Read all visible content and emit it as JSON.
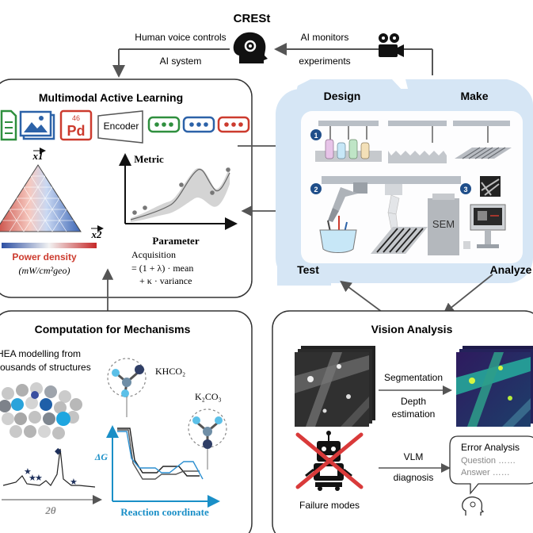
{
  "title": "CRESt",
  "top_left_label": {
    "line1": "Human voice controls",
    "line2": "AI system"
  },
  "top_right_label": {
    "line1": "AI monitors",
    "line2": "experiments"
  },
  "mal": {
    "title": "Multimodal Active Learning",
    "pd_number": "46",
    "pd_symbol": "Pd",
    "encoder": "Encoder",
    "x1": "x1",
    "x2": "x2",
    "power_density": "Power density",
    "unit": "(mW/cm²geo)",
    "metric": "Metric",
    "parameter": "Parameter",
    "acquisition": "Acquisition",
    "acq_line2": "= (1 + λ) · mean",
    "acq_line3": "+ κ · variance",
    "colors": {
      "red": "#cc3b2e",
      "blue": "#2c62a8",
      "green": "#2f8f3e"
    }
  },
  "loop": {
    "design": "Design",
    "make": "Make",
    "test": "Test",
    "analyze": "Analyze",
    "step1": "1",
    "step2": "2",
    "step3": "3",
    "sem": "SEM",
    "accent": "#d6e6f5"
  },
  "comp": {
    "title": "Computation for Mechanisms",
    "hea_line1": "HEA modelling from",
    "hea_line2": "thousands of structures",
    "khco2": "KHCO₂",
    "k2co3": "K₂CO₃",
    "dg": "ΔG",
    "reaction": "Reaction coordinate",
    "two_theta": "2θ",
    "accent": "#1a8fc7"
  },
  "vision": {
    "title": "Vision Analysis",
    "segmentation": "Segmentation",
    "depth1": "Depth",
    "depth2": "estimation",
    "vlm": "VLM",
    "diagnosis": "diagnosis",
    "failure": "Failure modes",
    "error_title": "Error Analysis",
    "question": "Question ……",
    "answer": "Answer ……"
  }
}
